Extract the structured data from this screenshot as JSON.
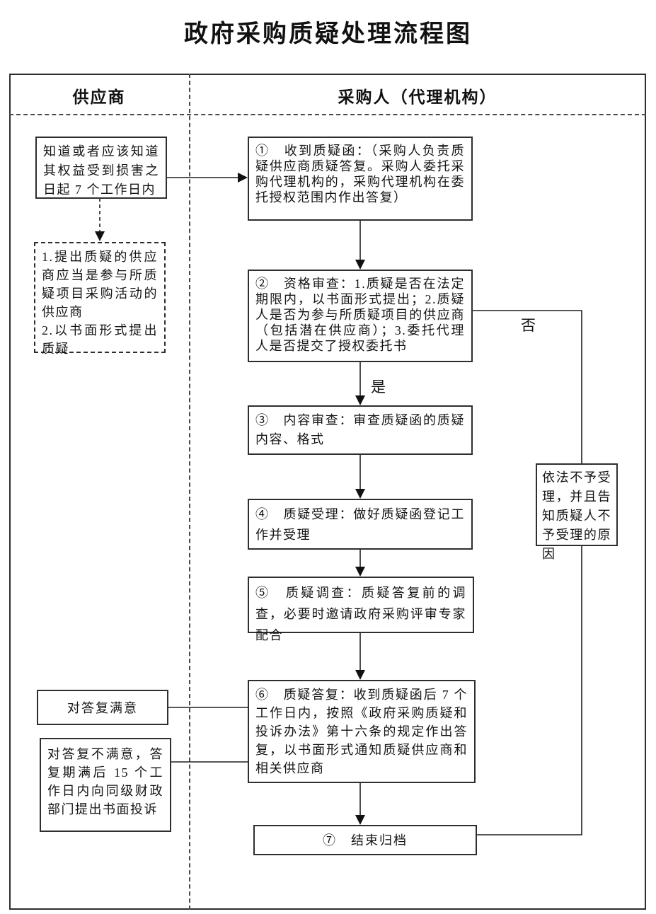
{
  "title": "政府采购质疑处理流程图",
  "lanes": {
    "supplier": "供应商",
    "purchaser": "采购人（代理机构）"
  },
  "branch_labels": {
    "yes": "是",
    "no": "否"
  },
  "supplier": {
    "deadline": "知道或者应该知道其权益受到损害之日起 7 个工作日内",
    "note_line1": "1.提出质疑的供应商应当是参与所质疑项目采购活动的供应商",
    "note_line2": "2.以书面形式提出质疑",
    "satisfied": "对答复满意",
    "unsatisfied": "对答复不满意，答复期满后 15 个工作日内向同级财政部门提出书面投诉"
  },
  "purchaser": {
    "step1": "①　收到质疑函：（采购人负责质疑供应商质疑答复。采购人委托采购代理机构的，采购代理机构在委托授权范围内作出答复）",
    "step2": "②　资格审查：1.质疑是否在法定期限内，以书面形式提出；2.质疑人是否为参与所质疑项目的供应商（包括潜在供应商）；3.委托代理人是否提交了授权委托书",
    "step3": "③　内容审查：审查质疑函的质疑内容、格式",
    "step4": "④　质疑受理：做好质疑函登记工作并受理",
    "step5": "⑤　质疑调查：质疑答复前的调查，必要时邀请政府采购评审专家配合",
    "step6": "⑥　质疑答复：收到质疑函后 7 个工作日内，按照《政府采购质疑和投诉办法》第十六条的规定作出答复，以书面形式通知质疑供应商和相关供应商",
    "step7": "⑦　结束归档",
    "reject": "依法不予受理，并且告知质疑人不予受理的原因"
  }
}
